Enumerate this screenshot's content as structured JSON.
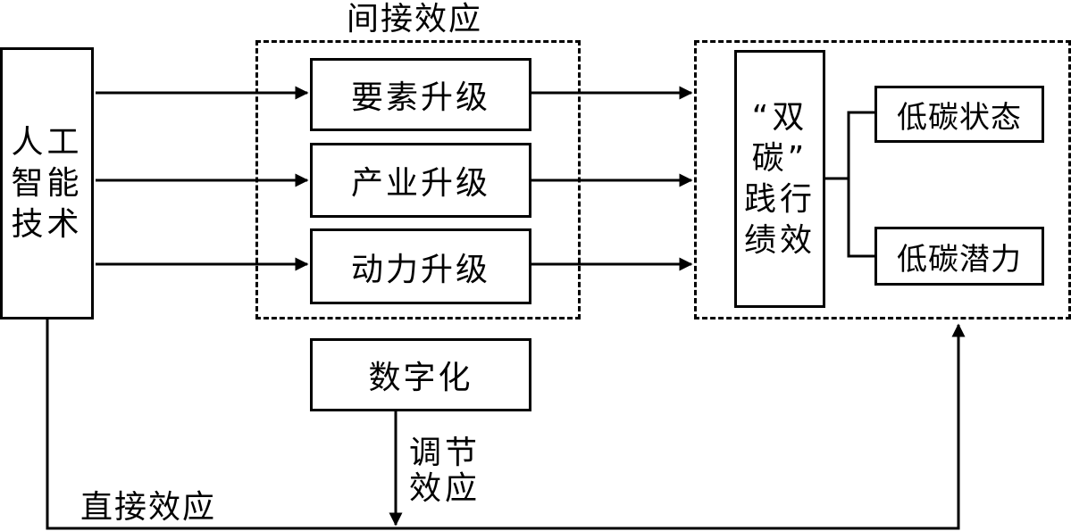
{
  "ai_tech": {
    "line1": "人工",
    "line2": "智能",
    "line3": "技术"
  },
  "indirect_effect_label": "间接效应",
  "mediators": [
    {
      "label": "要素升级"
    },
    {
      "label": "产业升级"
    },
    {
      "label": "动力升级"
    }
  ],
  "outcome": {
    "line1": "“双",
    "line2": "碳”",
    "line3": "践行",
    "line4": "绩效"
  },
  "sub_outcomes": [
    {
      "label": "低碳状态"
    },
    {
      "label": "低碳潜力"
    }
  ],
  "moderator": {
    "label": "数字化"
  },
  "moderation_label": {
    "line1": "调节",
    "line2": "效应"
  },
  "direct_effect_label": "直接效应"
}
